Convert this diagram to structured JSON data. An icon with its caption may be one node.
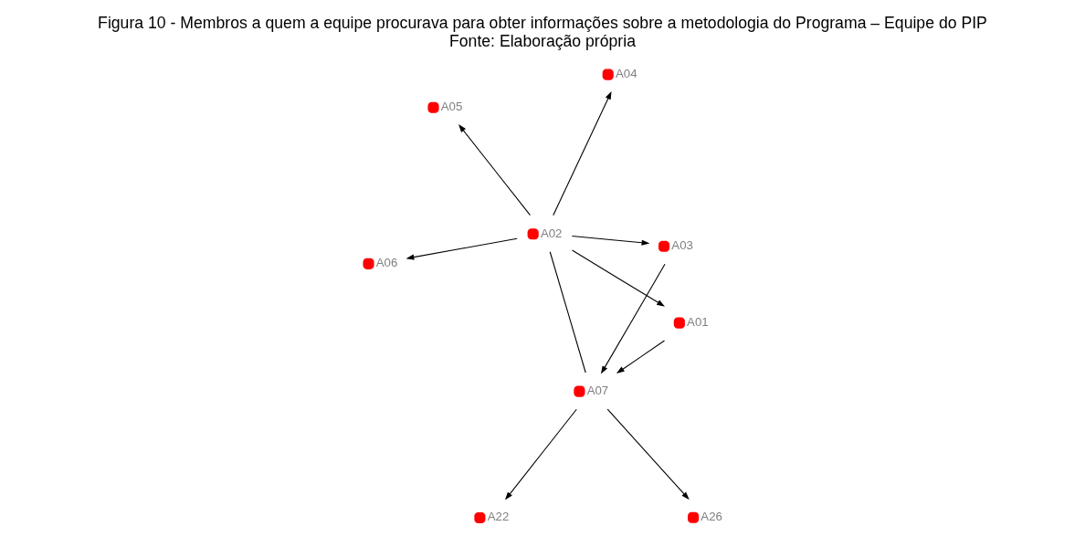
{
  "diagram": {
    "title": "Figura 10 - Membros a quem a equipe procurava para obter informações sobre a metodologia do Programa – Equipe do PIP",
    "caption": "Fonte: Elaboração própria",
    "nodes": [
      {
        "text": [
          "A05"
        ]
      },
      {
        "text": [
          "A03"
        ]
      },
      {
        "text": [
          "A26"
        ]
      },
      {
        "text": [
          "A04"
        ]
      },
      {
        "text": [
          "A02"
        ]
      },
      {
        "text": [
          "A07"
        ]
      },
      {
        "text": [
          "A22"
        ]
      },
      {
        "text": [
          "A01"
        ]
      },
      {
        "text": [
          "A06"
        ]
      }
    ],
    "edges": [
      {
        "from": 4,
        "to": 0,
        "arrow": "to"
      },
      {
        "from": 4,
        "to": 1,
        "arrow": "to"
      },
      {
        "from": 4,
        "to": 3,
        "arrow": "to"
      },
      {
        "from": 4,
        "to": 8,
        "arrow": "to"
      },
      {
        "from": 4,
        "to": 7,
        "arrow": "to"
      },
      {
        "from": 5,
        "to": 4,
        "arrow": "none"
      },
      {
        "from": 1,
        "to": 5,
        "arrow": "to"
      },
      {
        "from": 7,
        "to": 5,
        "arrow": "to"
      },
      {
        "from": 5,
        "to": 2,
        "arrow": "to"
      },
      {
        "from": 5,
        "to": 6,
        "arrow": "to"
      }
    ]
  }
}
